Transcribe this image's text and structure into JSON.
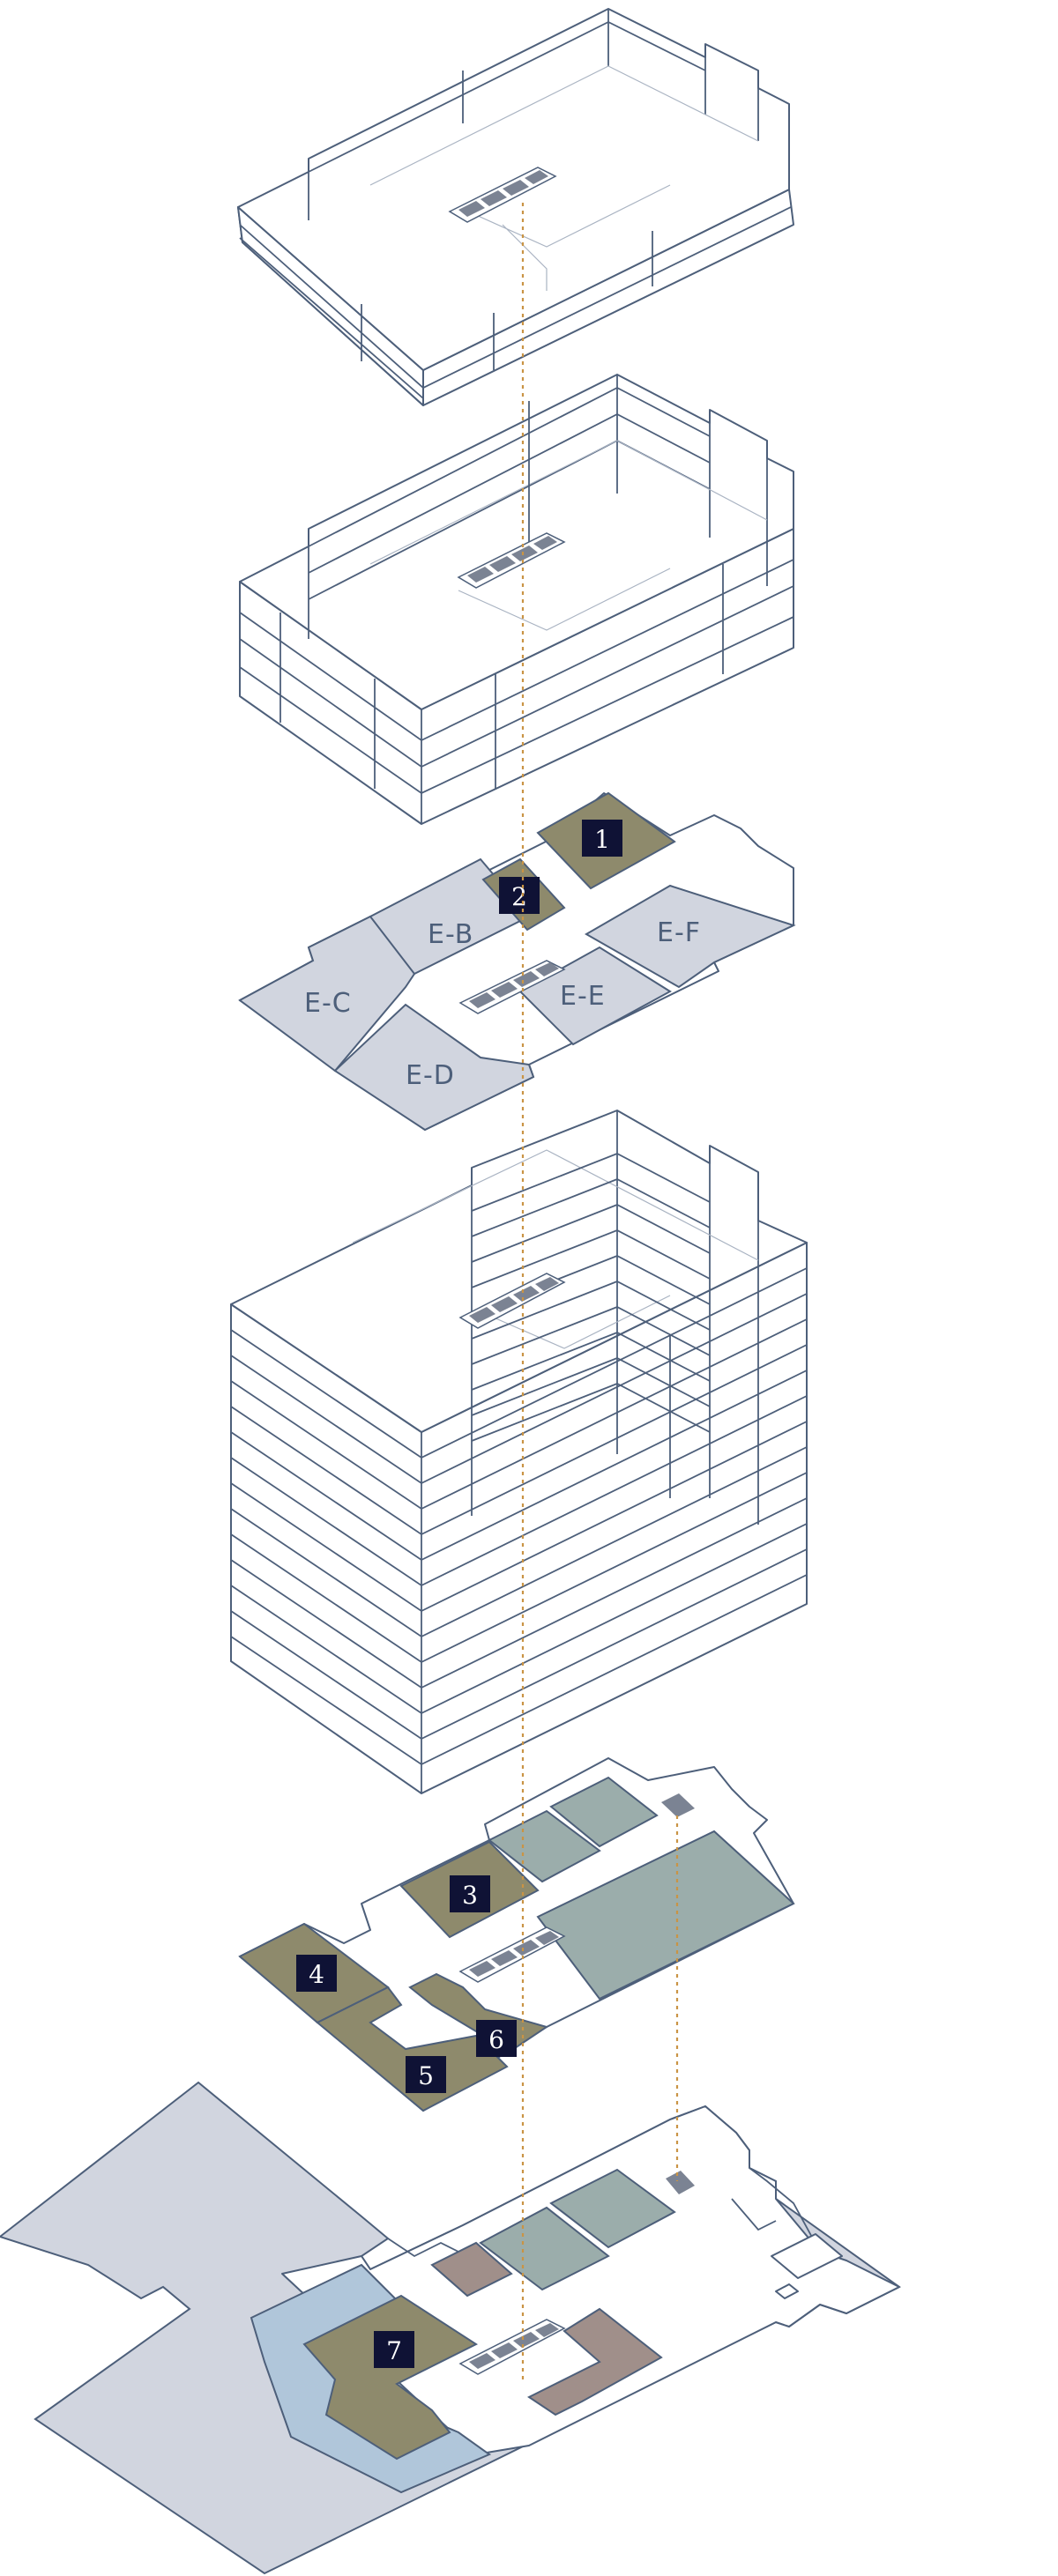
{
  "colors": {
    "outline": "#4d5f7a",
    "unit_fill": "#d1d5df",
    "highlight_fill": "#8e8a6c",
    "amenity_green": "#9badab",
    "retail_mauve": "#a08f8a",
    "pool_blue": "#b0c6da",
    "core_fill": "#7b8393",
    "riser_dashed": "#c99445",
    "marker_bg": "#0f1235"
  },
  "units": [
    {
      "id": "E-B",
      "label": "E-B"
    },
    {
      "id": "E-C",
      "label": "E-C"
    },
    {
      "id": "E-D",
      "label": "E-D"
    },
    {
      "id": "E-E",
      "label": "E-E"
    },
    {
      "id": "E-F",
      "label": "E-F"
    }
  ],
  "markers": [
    {
      "num": "1"
    },
    {
      "num": "2"
    },
    {
      "num": "3"
    },
    {
      "num": "4"
    },
    {
      "num": "5"
    },
    {
      "num": "6"
    },
    {
      "num": "7"
    }
  ]
}
